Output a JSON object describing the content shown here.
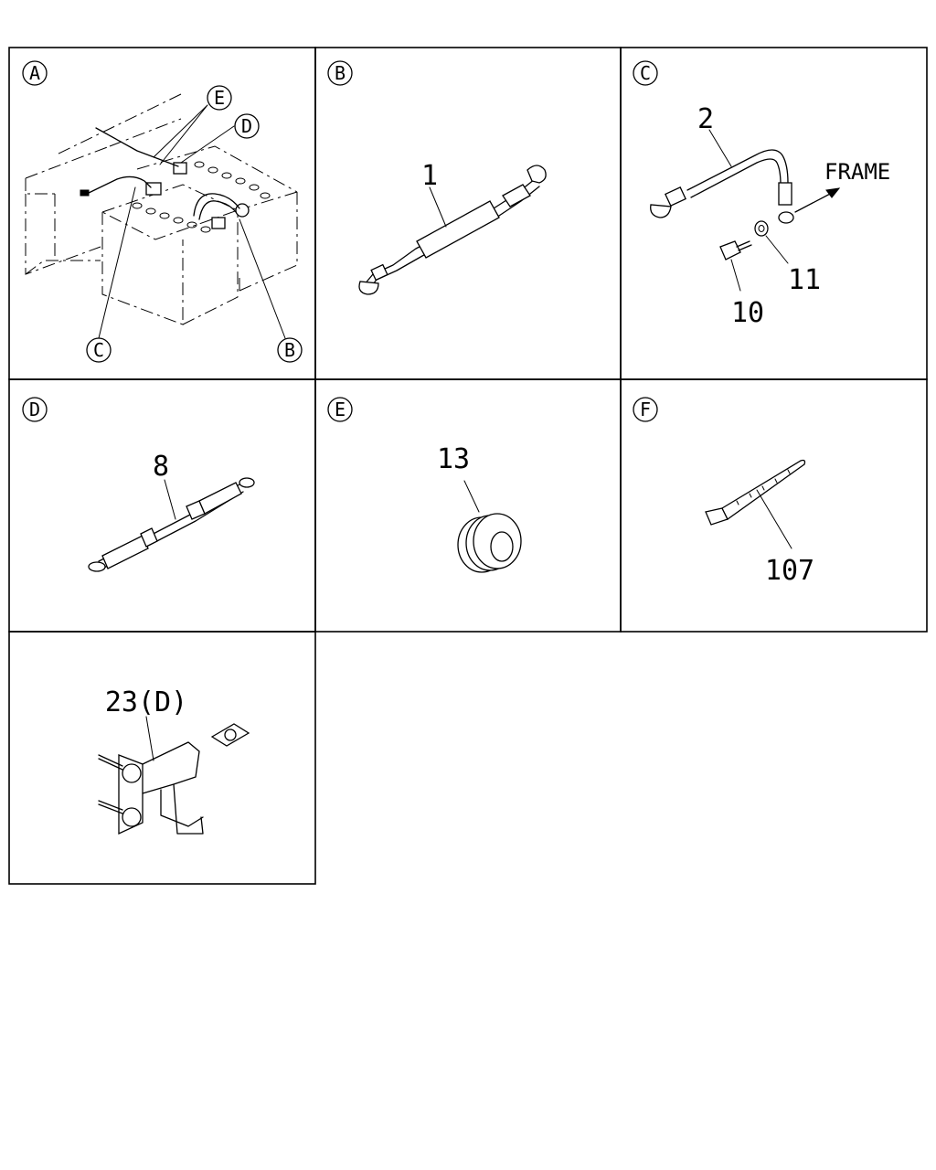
{
  "panels": {
    "a": {
      "letter": "A",
      "labels": {
        "e": "E",
        "d": "D",
        "c": "C",
        "b": "B"
      }
    },
    "b": {
      "letter": "B",
      "parts": [
        "1"
      ]
    },
    "c": {
      "letter": "C",
      "parts": [
        "2",
        "11",
        "10"
      ],
      "direction": "FRAME"
    },
    "d": {
      "letter": "D",
      "parts": [
        "8"
      ]
    },
    "e": {
      "letter": "E",
      "parts": [
        "13"
      ]
    },
    "f": {
      "letter": "F",
      "parts": [
        "107"
      ]
    },
    "g": {
      "parts": [
        "23(D)"
      ]
    }
  }
}
